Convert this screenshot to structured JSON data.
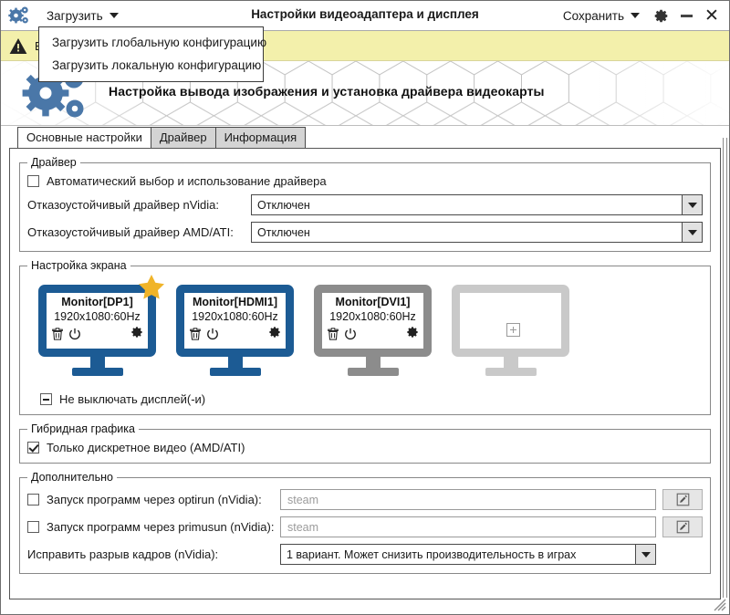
{
  "window": {
    "title": "Настройки видеоадаптера и дисплея",
    "app_icon": "gears-icon",
    "minimize_label": "—",
    "close_label": "✕",
    "settings_icon": "gear-icon"
  },
  "toolbar": {
    "load_label": "Загрузить",
    "save_label": "Сохранить",
    "load_menu": [
      "Загрузить глобальную конфигурацию",
      "Загрузить локальную конфигурацию"
    ]
  },
  "warning": {
    "icon": "warning-triangle-icon",
    "text": "В"
  },
  "hero": {
    "title": "Настройка вывода изображения и установка драйвера видеокарты",
    "icon": "gears-icon"
  },
  "tabs": [
    {
      "label": "Основные настройки",
      "active": true
    },
    {
      "label": "Драйвер",
      "active": false
    },
    {
      "label": "Информация",
      "active": false
    }
  ],
  "driver_group": {
    "legend": "Драйвер",
    "auto_checkbox": {
      "label": "Автоматический выбор и использование драйвера",
      "checked": false
    },
    "nvidia_label": "Отказоустойчивый драйвер nVidia:",
    "nvidia_value": "Отключен",
    "amd_label": "Отказоустойчивый драйвер AMD/ATI:",
    "amd_value": "Отключен"
  },
  "screen_group": {
    "legend": "Настройка экрана",
    "monitors": [
      {
        "name": "Monitor[DP1]",
        "mode": "1920x1080:60Hz",
        "state": "active",
        "primary": true,
        "icons": [
          "trash-icon",
          "power-icon",
          "gear-icon"
        ]
      },
      {
        "name": "Monitor[HDMI1]",
        "mode": "1920x1080:60Hz",
        "state": "active",
        "primary": false,
        "icons": [
          "trash-icon",
          "power-icon",
          "gear-icon"
        ]
      },
      {
        "name": "Monitor[DVI1]",
        "mode": "1920x1080:60Hz",
        "state": "disabled",
        "primary": false,
        "icons": [
          "trash-icon",
          "power-icon",
          "gear-icon"
        ]
      },
      {
        "name": "",
        "mode": "",
        "state": "empty",
        "primary": false,
        "icons": [
          "plus-icon"
        ]
      }
    ],
    "keep_on_checkbox": {
      "label": "Не выключать дисплей(-и)",
      "state": "partial"
    }
  },
  "hybrid_group": {
    "legend": "Гибридная графика",
    "discrete_checkbox": {
      "label": "Только дискретное видео (AMD/ATI)",
      "checked": true
    }
  },
  "extra_group": {
    "legend": "Дополнительно",
    "optirun": {
      "label": "Запуск программ через optirun (nVidia):",
      "checked": false,
      "placeholder": "steam",
      "edit_icon": "pencil-icon"
    },
    "primusun": {
      "label": "Запуск программ через primusun (nVidia):",
      "checked": false,
      "placeholder": "steam",
      "edit_icon": "pencil-icon"
    },
    "tearfix_label": "Исправить разрыв кадров (nVidia):",
    "tearfix_value": "1 вариант. Может снизить производительность в играх"
  },
  "colors": {
    "accent_blue": "#1c5b94",
    "star_gold": "#f0b429",
    "warn_bg": "#f3f0ab",
    "disabled_grey": "#8c8c8c",
    "empty_grey": "#c9c9c9"
  }
}
